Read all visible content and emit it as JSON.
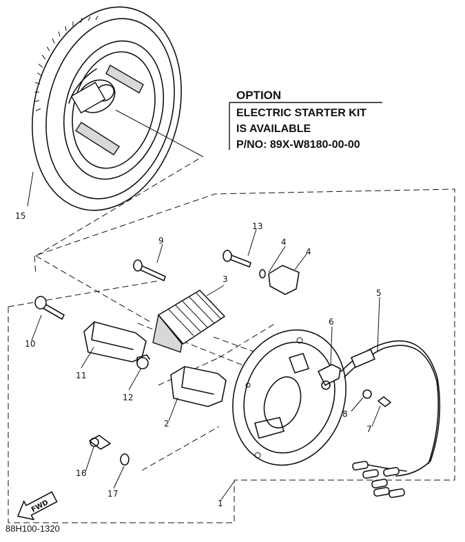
{
  "option_box": {
    "title": "OPTION",
    "lines": [
      "ELECTRIC STARTER KIT",
      "IS AVAILABLE",
      "P/NO: 89X-W8180-00-00"
    ]
  },
  "callouts": {
    "p1": "1",
    "p2": "2",
    "p3": "3",
    "p4a": "4",
    "p4b": "4",
    "p5": "5",
    "p6": "6",
    "p7": "7",
    "p8": "8",
    "p9": "9",
    "p10": "10",
    "p11": "11",
    "p12": "12",
    "p13": "13",
    "p15": "15",
    "p16": "16",
    "p17": "17"
  },
  "direction_label": "FWD",
  "drawing_code": "88H100-1320"
}
